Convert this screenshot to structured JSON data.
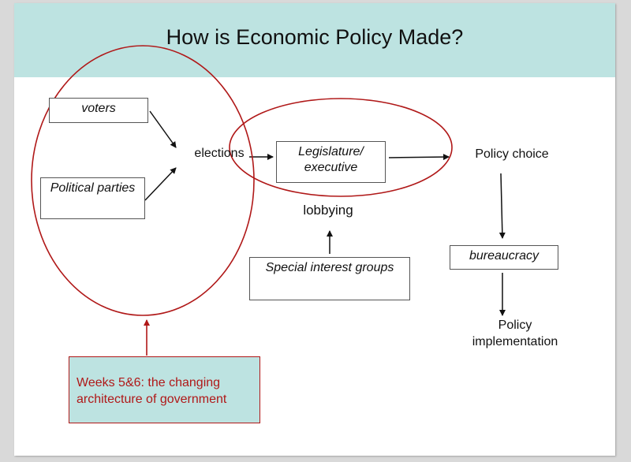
{
  "title": "How is Economic Policy Made?",
  "nodes": {
    "voters": "voters",
    "political_parties": "Political parties",
    "elections": "elections",
    "legislature_line1": "Legislature/",
    "legislature_line2": "executive",
    "policy_choice": "Policy choice",
    "lobbying": "lobbying",
    "special_interest_groups": "Special interest groups",
    "bureaucracy": "bureaucracy",
    "policy_implementation_line1": "Policy",
    "policy_implementation_line2": "implementation"
  },
  "annotation": {
    "line1": "Weeks 5&6: the changing",
    "line2": "architecture of government"
  },
  "colors": {
    "header_band": "#bde3e1",
    "highlight_red": "#b01818",
    "note_fill": "#bde3e1"
  }
}
